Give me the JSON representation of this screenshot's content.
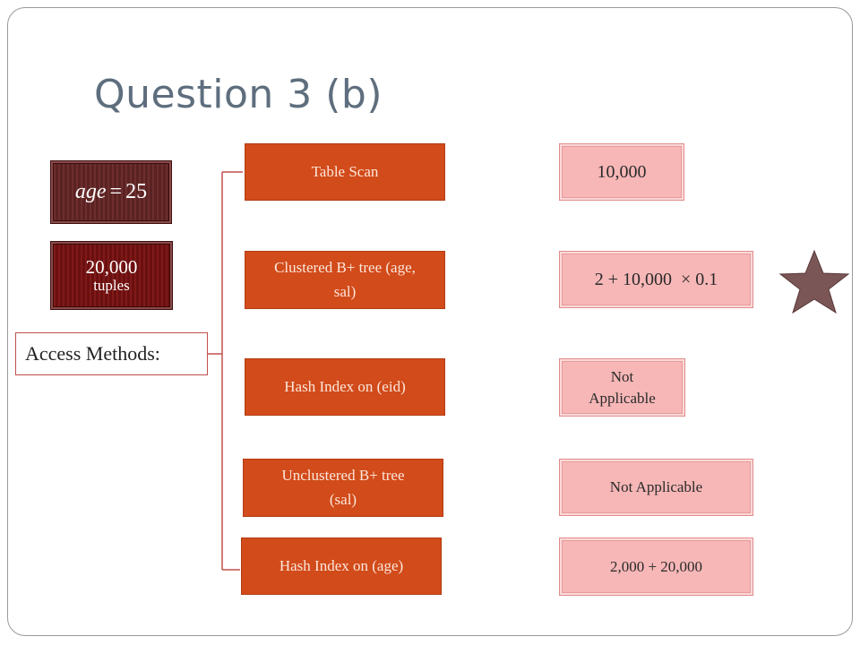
{
  "slide": {
    "title": "Question 3 (b)",
    "predicate": {
      "var": "age",
      "op": "=",
      "val": "25"
    },
    "tuples": {
      "count": "20,000",
      "unit": "tuples"
    },
    "access_label": "Access Methods:"
  },
  "rows": [
    {
      "method": "Table Scan",
      "cost": "10,000",
      "best": false
    },
    {
      "method": "Clustered B+ tree (age, sal)",
      "cost": "2 + 10,000  × 0.1",
      "best": true
    },
    {
      "method": "Hash Index on (eid)",
      "cost": "Not Applicable",
      "best": false
    },
    {
      "method": "Unclustered B+ tree (sal)",
      "cost": "Not Applicable",
      "best": false
    },
    {
      "method": "Hash Index on (age)",
      "cost": "2,000 + 20,000",
      "best": false
    }
  ],
  "colors": {
    "method_fill": "#d24b1a",
    "cost_fill": "#f7b7b7",
    "star_fill": "#7a5656",
    "title": "#5e6e7e",
    "bracket": "#c0504d"
  },
  "icons": {
    "best_marker": "star-icon"
  }
}
